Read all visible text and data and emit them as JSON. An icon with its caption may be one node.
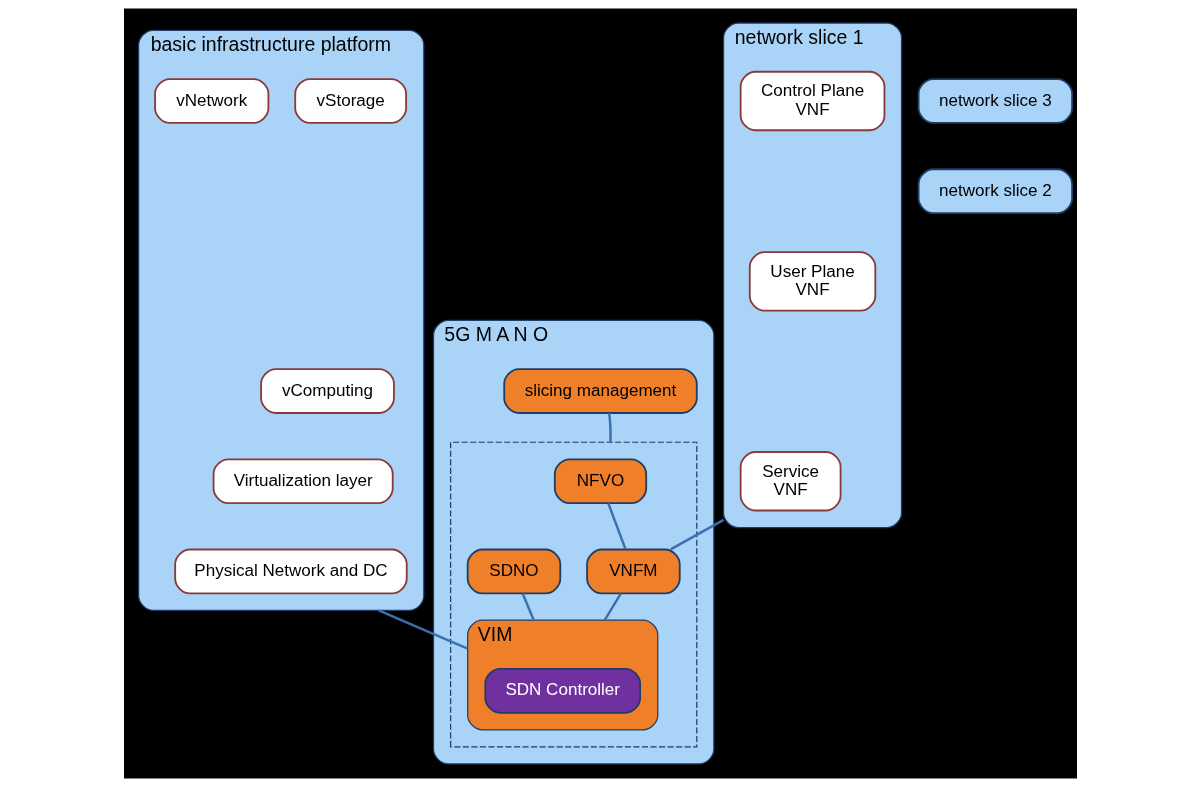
{
  "diagram": {
    "nodes": [
      {
        "text": [
          "network slice 3"
        ]
      },
      {
        "text": [
          "network slice 2"
        ]
      },
      {
        "text": [
          "network slice 1"
        ]
      },
      {
        "text": [
          "User Plane",
          "VNF"
        ],
        "in": 2
      },
      {
        "text": [
          "Control Plane",
          "VNF"
        ],
        "in": 2
      },
      {
        "text": [
          "Service",
          "VNF"
        ],
        "in": 2
      },
      {
        "text": [
          "basic infrastructure platform"
        ]
      },
      {
        "text": [
          "vComputing"
        ],
        "in": 6
      },
      {
        "text": [
          "vStorage"
        ],
        "in": 6
      },
      {
        "text": [
          "vNetwork"
        ],
        "in": 6
      },
      {
        "text": [
          "Virtualization layer"
        ],
        "in": 6
      },
      {
        "text": [
          "Physical Network and DC"
        ],
        "in": 6
      },
      {
        "text": [
          "5G M A N O"
        ]
      },
      {
        "text": [
          "slicing management"
        ],
        "in": 12
      },
      {
        "text": [],
        "shape": "box",
        "in": 12
      },
      {
        "text": [
          "NFVO"
        ],
        "in": 14
      },
      {
        "text": [
          "SDNO"
        ],
        "in": 14
      },
      {
        "text": [
          "VNFM"
        ],
        "in": 14
      },
      {
        "text": [
          "VIM"
        ],
        "in": 14
      },
      {
        "text": [
          "SDN Controller"
        ],
        "in": 18
      }
    ],
    "edges": [
      {
        "from": 13,
        "to": 14,
        "arrow": "none"
      },
      {
        "from": 15,
        "to": 17,
        "arrow": "none"
      },
      {
        "from": 17,
        "to": 18,
        "arrow": "none"
      },
      {
        "from": 16,
        "to": 18,
        "arrow": "none"
      },
      {
        "from": 2,
        "to": 17,
        "arrow": "none"
      },
      {
        "from": 6,
        "to": 18,
        "arrow": "none"
      }
    ]
  }
}
